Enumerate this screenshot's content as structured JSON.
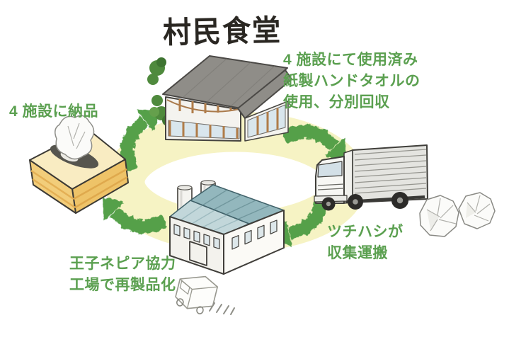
{
  "logo": {
    "text": "村民食堂"
  },
  "cycle": {
    "direction": "clockwise",
    "use": {
      "line1": "4 施設にて使用済み",
      "line2": "紙製ハンドタオルの",
      "line3": "使用、分別回収"
    },
    "collect": {
      "line1": "ツチハシが",
      "line2": "収集運搬"
    },
    "remanufacture": {
      "line1": "王子ネピア協力",
      "line2": "工場で再製品化"
    },
    "deliver": {
      "line1": "4 施設に納品"
    },
    "flow_order": [
      "use",
      "collect",
      "remanufacture",
      "deliver"
    ]
  },
  "icons": {
    "cycle_arrow": "curved-grunge-arrow",
    "building": "restaurant-building-watercolor",
    "tissue_box": "paper-hand-towel-box-watercolor",
    "truck": "box-collection-truck-watercolor",
    "crumpled_paper": "two-crumpled-paper-balls-sketch",
    "factory": "sawtooth-roof-factory-watercolor",
    "delivery_van": "small-van-line-sketch"
  },
  "colors": {
    "text_green": "#5ba050",
    "arrow_green": "#54a049",
    "ring_yellow": "#f6f3c4",
    "logo_ink": "#2a2722",
    "roof_gray": "#8f8d88",
    "factory_roof_teal": "#93b7bd",
    "tissue_box_yellow": "#f2cd7a",
    "window_blue": "#d9e6ed"
  }
}
